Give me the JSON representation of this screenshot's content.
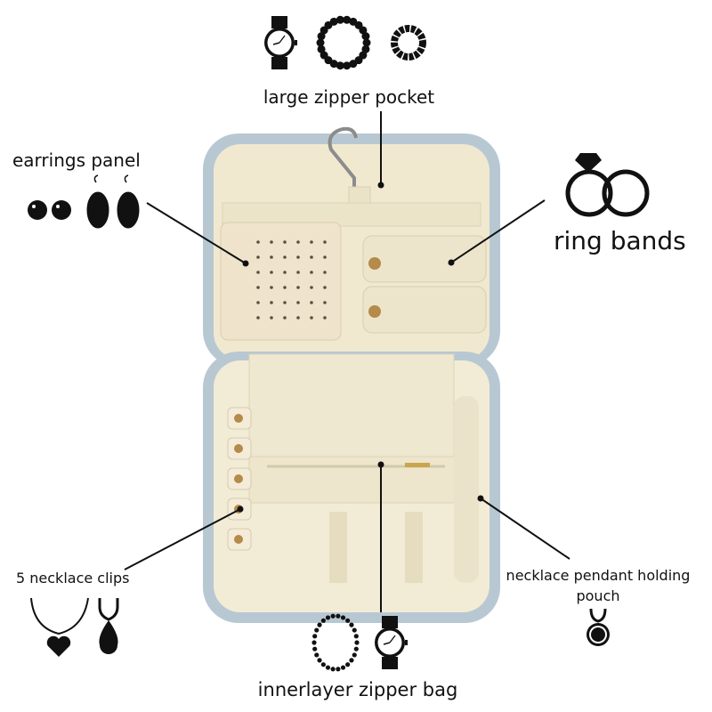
{
  "labels": {
    "large_zipper_pocket": "large zipper pocket",
    "earrings_panel": "earrings panel",
    "ring_bands": "ring bands",
    "necklace_clips": "5 necklace clips",
    "pendant_pouch_line1": "necklace pendant holding",
    "pendant_pouch_line2": "pouch",
    "innerlayer_zipper_bag": "innerlayer zipper bag"
  },
  "colors": {
    "case_border": "#b8c8d3",
    "lining": "#f0e9d0",
    "icon": "#111111",
    "snap": "#b58a4a"
  },
  "icons": [
    "watch-icon",
    "bead-bracelet-icon",
    "ring-bracelet-icon",
    "stud-earrings-icon",
    "drop-earrings-icon",
    "ring-icon",
    "heart-necklace-icon",
    "drop-necklace-icon",
    "pendant-icon"
  ]
}
